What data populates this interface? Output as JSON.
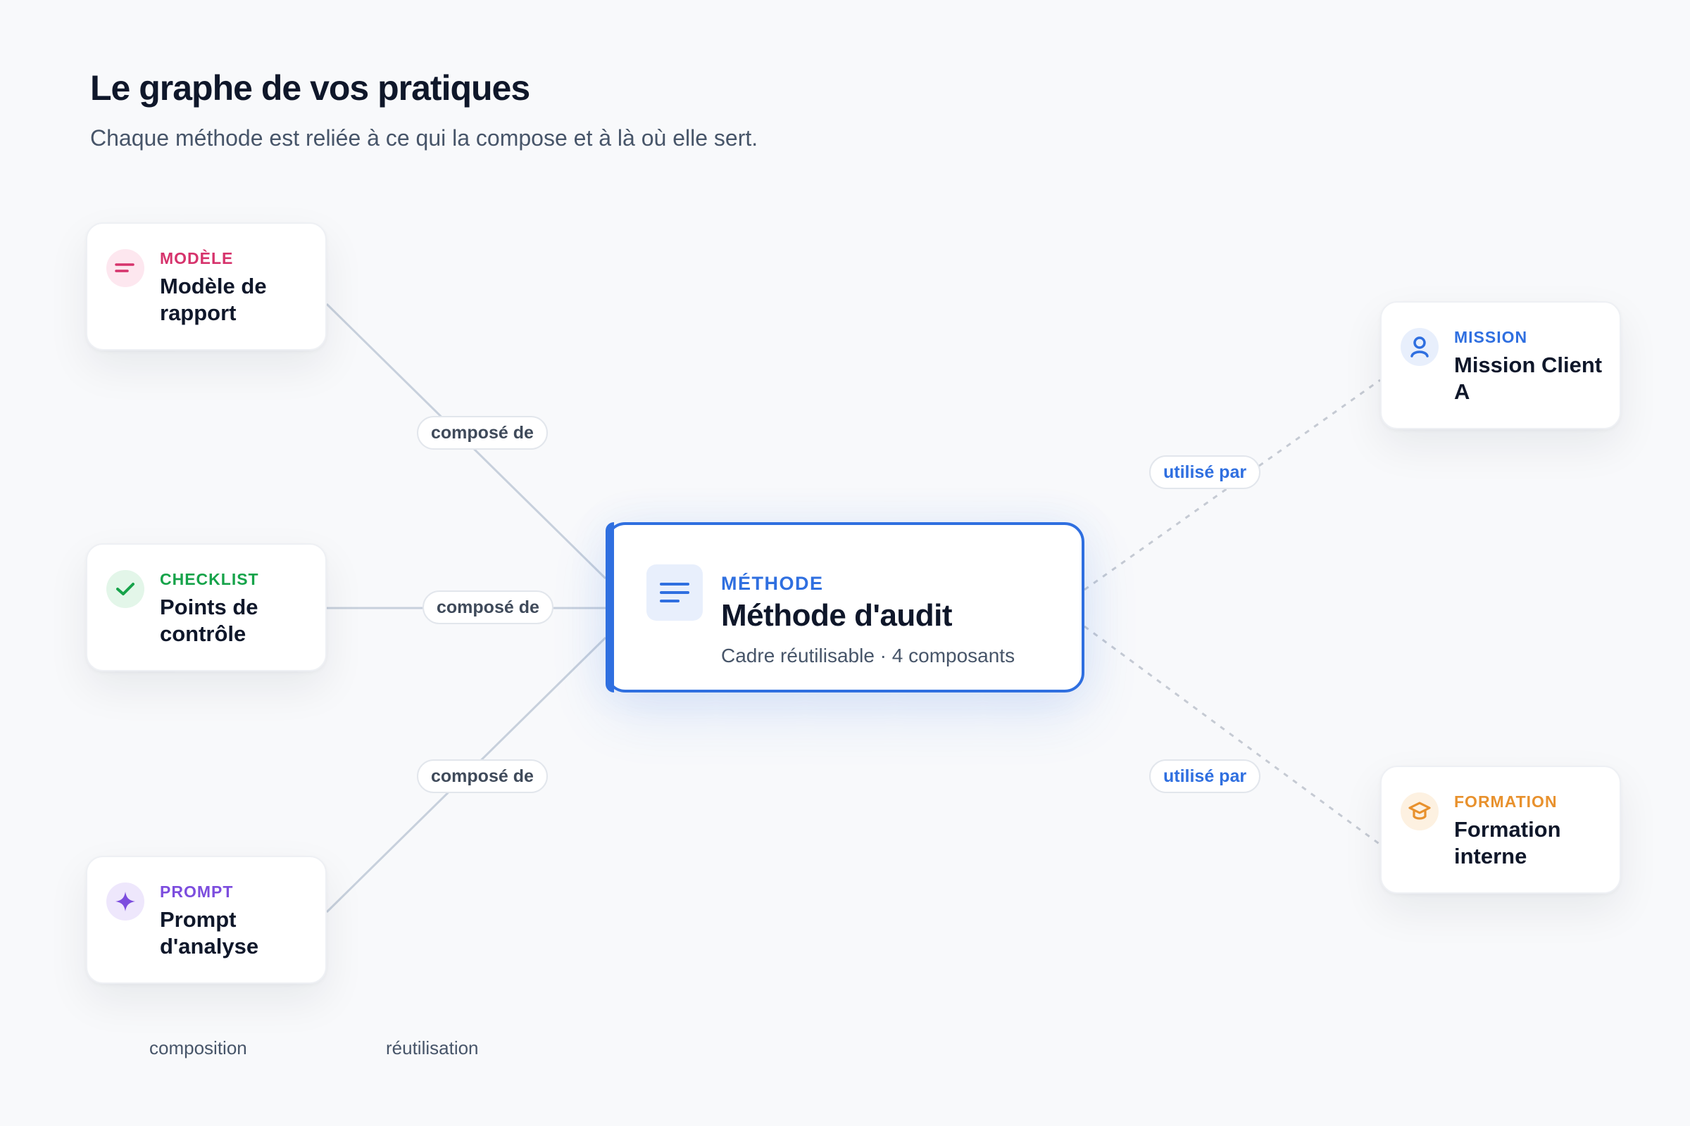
{
  "header": {
    "title": "Le graphe de vos pratiques",
    "subtitle": "Chaque méthode est reliée à ce qui la compose et à là où elle sert."
  },
  "colors": {
    "modele": "#d6336c",
    "checklist": "#16a34a",
    "prompt": "#7c4dde",
    "methode": "#2f6fe0",
    "mission": "#2f6fe0",
    "formation": "#e8912d",
    "composition_edge": "#c7d0dc",
    "reuse_edge": "#c5cad3"
  },
  "center": {
    "kind": "MÉTHODE",
    "name": "Méthode d'audit",
    "meta": "Cadre réutilisable · 4 composants",
    "icon": "lines-icon"
  },
  "nodes": {
    "modele": {
      "kind": "MODÈLE",
      "name": "Modèle de rapport",
      "icon": "lines-icon"
    },
    "checklist": {
      "kind": "CHECKLIST",
      "name": "Points de contrôle",
      "icon": "check-icon"
    },
    "prompt": {
      "kind": "PROMPT",
      "name": "Prompt d'analyse",
      "icon": "sparkle-icon"
    },
    "mission": {
      "kind": "MISSION",
      "name": "Mission Client A",
      "icon": "user-icon"
    },
    "formation": {
      "kind": "FORMATION",
      "name": "Formation interne",
      "icon": "graduation-cap-icon"
    }
  },
  "edges": {
    "composition_label": "composé de",
    "reuse_label": "utilisé par"
  },
  "legend": {
    "composition": "composition",
    "reuse": "réutilisation"
  }
}
